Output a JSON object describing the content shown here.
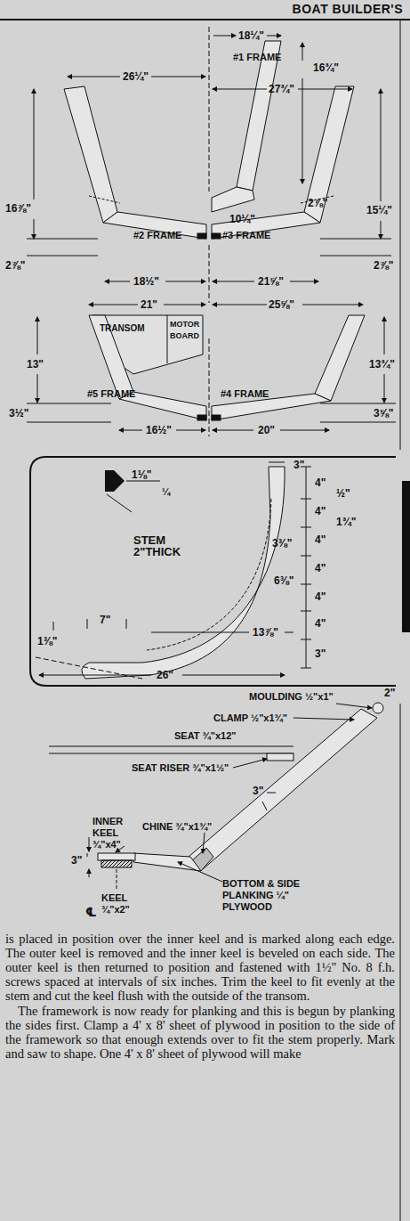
{
  "diagram": {
    "title": "BOAT BUILDER'S",
    "labels": [
      "18¼\"",
      "#1 FRAME",
      "16¾\"",
      "26¼\"",
      "27¾\"",
      "16⅞\"",
      "2⅞\"",
      "15¼\"",
      "10¼\"",
      "#2 FRAME",
      "#3 FRAME",
      "2⅞\"",
      "2⅞\"",
      "18½\"",
      "21⅝\"",
      "21\"",
      "25⅝\"",
      "TRANSOM",
      "MOTOR BOARD",
      "13\"",
      "13¾\"",
      "#5 FRAME",
      "#4 FRAME",
      "3½\"",
      "3⅝\"",
      "16½\"",
      "20\"",
      "1⅛\"",
      "¼",
      "3\"",
      "4\"",
      "½\"",
      "4\"",
      "1¾\"",
      "4\"",
      "3⅜\"",
      "STEM 2\"THICK",
      "4\"",
      "6⅜\"",
      "4\"",
      "13⅞\"",
      "4\"",
      "3\"",
      "7\"",
      "1⅜\"",
      "26\"",
      "MOULDING ½\"x1\"",
      "2\"",
      "CLAMP ½\"x1¾\"",
      "SEAT ¾\"x12\"",
      "SEAT RISER ¾\"x1½\"",
      "3\"",
      "INNER KEEL ¾\"x4\"",
      "CHINE ¾\"x1¾\"",
      "3\"",
      "BOTTOM & SIDE PLANKING ¼\" PLYWOOD",
      "℄",
      "KEEL ¾\"x2\"",
      "is placed in position over the inner keel and is marked along each edge. The outer keel is removed and the inner keel is beveled on each side. The outer keel is then returned to position and fastened with 1½\" No. 8 f.h. screws spaced at intervals of six inches. Trim the keel to fit evenly at the stem and cut the keel flush with the outside of the transom.",
      "The framework is now ready for planking and this is begun by planking the sides first. Clamp a 4' x 8' sheet of plywood in position to the side of the framework so that enough extends over to fit the stem properly. Mark and saw to shape. One 4' x 8' sheet of plywood will make"
    ]
  }
}
